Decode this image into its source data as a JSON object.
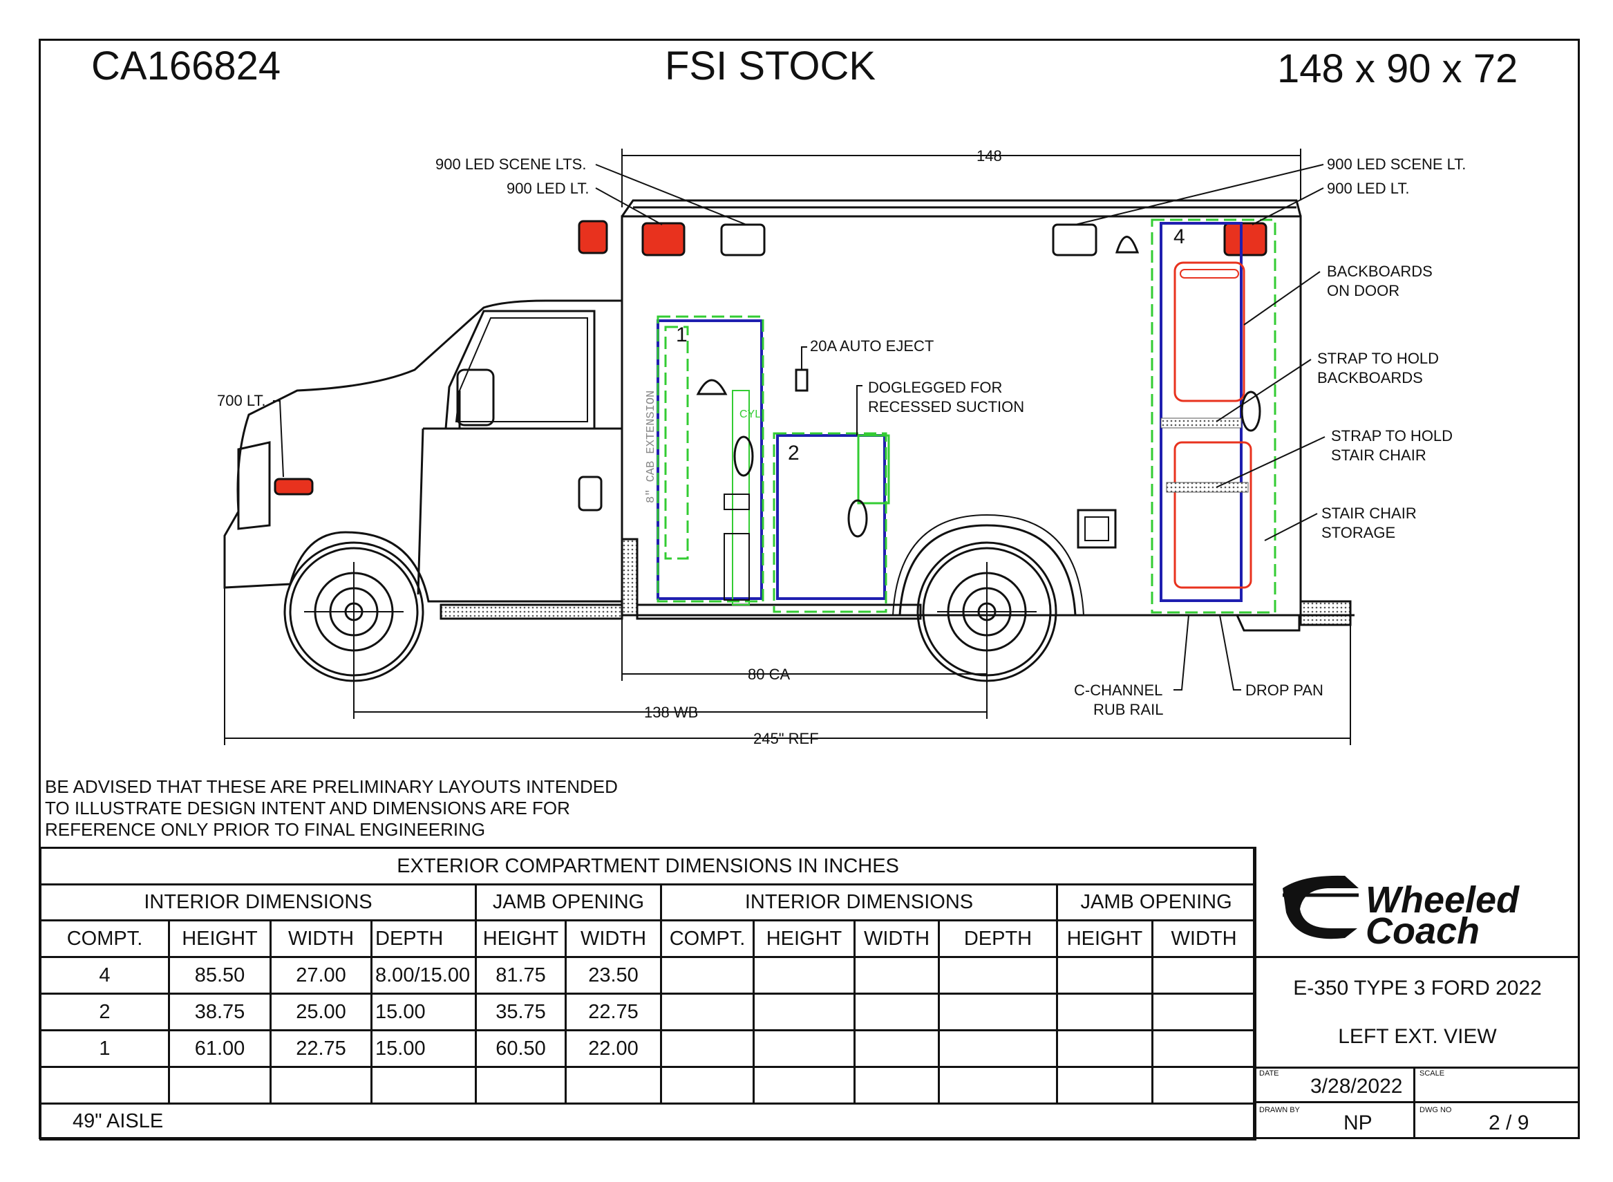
{
  "header": {
    "job_number": "CA166824",
    "title": "FSI STOCK",
    "size": "148 x 90 x 72"
  },
  "drawing": {
    "top_dimension": "148",
    "callouts": {
      "scene_lts_left": "900 LED SCENE LTS.",
      "led_lt_left": "900 LED LT.",
      "scene_lt_right": "900 LED SCENE LT.",
      "led_lt_right": "900 LED LT.",
      "backboards_1": "BACKBOARDS",
      "backboards_2": "ON DOOR",
      "strap_bb_1": "STRAP TO HOLD",
      "strap_bb_2": "BACKBOARDS",
      "strap_sc_1": "STRAP TO HOLD",
      "strap_sc_2": "STAIR CHAIR",
      "stair_1": "STAIR CHAIR",
      "stair_2": "STORAGE",
      "lt700": "700 LT.",
      "auto_eject": "20A AUTO EJECT",
      "dogleg_1": "DOGLEGGED FOR",
      "dogleg_2": "RECESSED SUCTION",
      "cab_ext": "8\" CAB EXTENSION",
      "cyl": "CYL",
      "c_channel_1": "C-CHANNEL",
      "c_channel_2": "RUB RAIL",
      "drop_pan": "DROP PAN"
    },
    "compartment_numbers": [
      "1",
      "2",
      "4"
    ],
    "dimensions": {
      "ca": "80 CA",
      "wb": "138 WB",
      "ref": "245\" REF"
    }
  },
  "disclaimer": [
    "BE ADVISED THAT THESE ARE PRELIMINARY LAYOUTS INTENDED",
    "TO ILLUSTRATE DESIGN INTENT AND DIMENSIONS  ARE FOR",
    "REFERENCE ONLY PRIOR TO FINAL ENGINEERING"
  ],
  "table": {
    "title": "EXTERIOR COMPARTMENT DIMENSIONS IN INCHES",
    "group_interior": "INTERIOR DIMENSIONS",
    "group_jamb": "JAMB OPENING",
    "headers": [
      "COMPT.",
      "HEIGHT",
      "WIDTH",
      "DEPTH",
      "HEIGHT",
      "WIDTH",
      "COMPT.",
      "HEIGHT",
      "WIDTH",
      "DEPTH",
      "HEIGHT",
      "WIDTH"
    ],
    "rows": [
      [
        "4",
        "85.50",
        "27.00",
        "8.00/15.00",
        "81.75",
        "23.50"
      ],
      [
        "2",
        "38.75",
        "25.00",
        "15.00",
        "35.75",
        "22.75"
      ],
      [
        "1",
        "61.00",
        "22.75",
        "15.00",
        "60.50",
        "22.00"
      ]
    ],
    "footer": "49\" AISLE"
  },
  "title_block": {
    "logo_line1": "Wheeled",
    "logo_line2": "Coach",
    "model": "E-350 TYPE 3 FORD 2022",
    "view": "LEFT EXT. VIEW",
    "date_label": "DATE",
    "date": "3/28/2022",
    "scale_label": "SCALE",
    "drawn_label": "DRAWN BY",
    "drawn_by": "NP",
    "dwg_label": "DWG NO",
    "dwg_no": "2 / 9"
  },
  "colors": {
    "outline": "#111111",
    "compartment_blue": "#1f1fb0",
    "clearance_green": "#33cc33",
    "light_red": "#e8321e",
    "backboard_red": "#e8321e"
  }
}
